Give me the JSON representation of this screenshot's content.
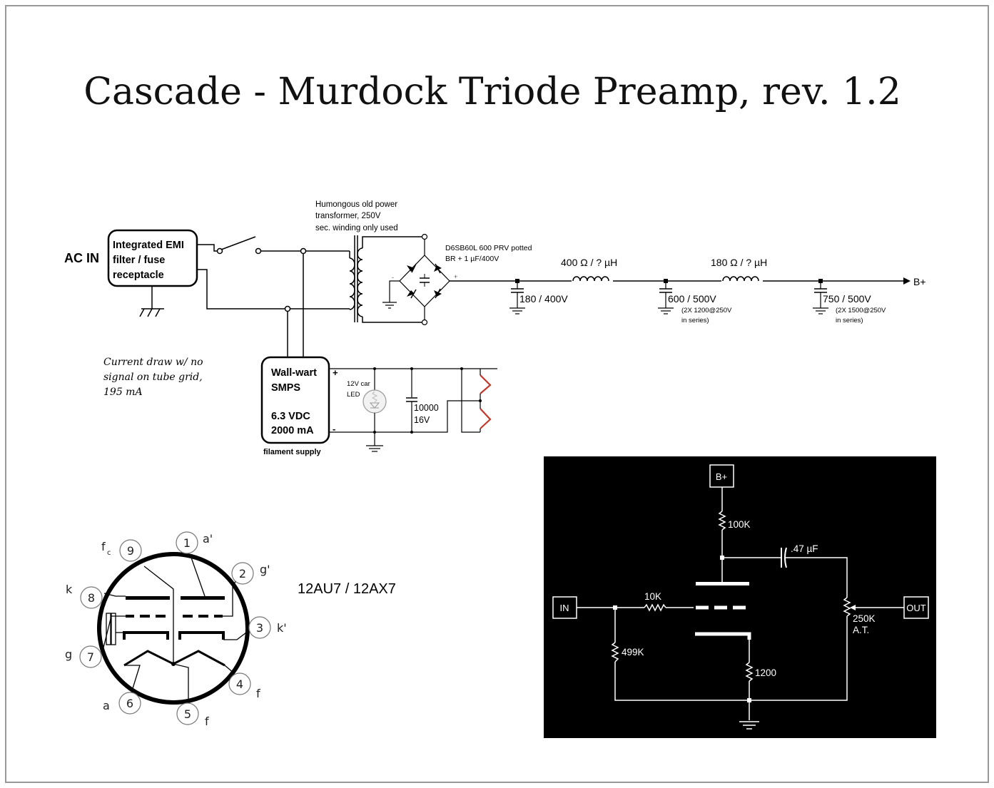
{
  "title": "Cascade - Murdock Triode Preamp, rev. 1.2",
  "power": {
    "ac_in": "AC IN",
    "emi_lines": [
      "Integrated EMI",
      "filter / fuse",
      "receptacle"
    ],
    "transformer_lines": [
      "Humongous old power",
      "transformer, 250V",
      "sec. winding only used"
    ],
    "bridge_lines": [
      "D6SB60L 600 PRV potted",
      "BR + 1 µF/400V"
    ],
    "bridge_minus": "-",
    "bridge_plus": "+",
    "c1": "180 / 400V",
    "l1": "400 Ω / ? µH",
    "c2": "600 / 500V",
    "c2_note": [
      "(2X 1200@250V",
      "in series)"
    ],
    "l2": "180 Ω / ? µH",
    "c3": "750 / 500V",
    "c3_note": [
      "(2X 1500@250V",
      "in series)"
    ],
    "bplus": "B+"
  },
  "current_note": [
    "Current draw w/ no",
    "signal on tube grid,",
    "195 mA"
  ],
  "filament": {
    "smps_lines": [
      "Wall-wart",
      "SMPS",
      "",
      "6.3 VDC",
      "2000 mA"
    ],
    "plus": "+",
    "minus": "-",
    "caption": "filament supply",
    "led_lines": [
      "12V car",
      "LED"
    ],
    "cap_lines": [
      "10000",
      "16V"
    ]
  },
  "tube": {
    "name": "12AU7 / 12AX7",
    "pins": [
      "1",
      "2",
      "3",
      "4",
      "5",
      "6",
      "7",
      "8",
      "9"
    ],
    "pin_labels": {
      "1": "a'",
      "2": "g'",
      "3": "k'",
      "4": "f",
      "5": "f",
      "6": "a",
      "7": "g",
      "8": "k",
      "9": "f"
    },
    "pin9_sub": "c"
  },
  "stage": {
    "bplus": "B+",
    "r_plate": "100K",
    "cap": ".47 µF",
    "in": "IN",
    "r_grid": "10K",
    "r_leak": "499K",
    "r_cathode": "1200",
    "pot_lines": [
      "250K",
      "A.T."
    ],
    "out": "OUT"
  }
}
